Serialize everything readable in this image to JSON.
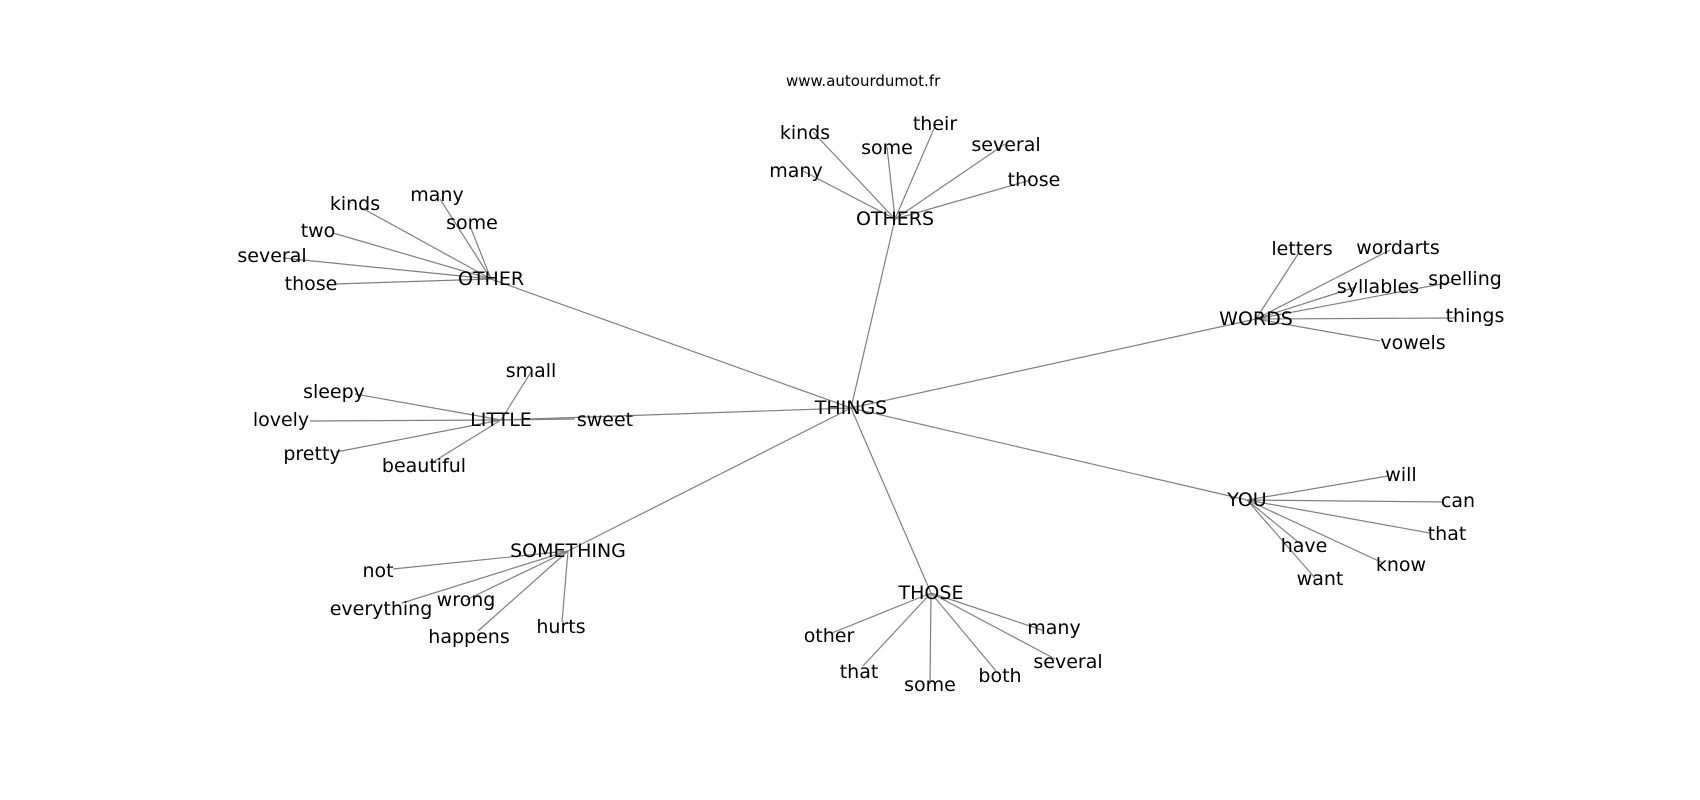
{
  "source_text": "www.autourdumot.fr",
  "root": "THINGS",
  "groups": [
    {
      "hub": "OTHERS",
      "words": [
        "kinds",
        "many",
        "some",
        "their",
        "several",
        "those"
      ]
    },
    {
      "hub": "OTHER",
      "words": [
        "kinds",
        "many",
        "some",
        "two",
        "several",
        "those"
      ]
    },
    {
      "hub": "WORDS",
      "words": [
        "letters",
        "wordarts",
        "syllables",
        "spelling",
        "things",
        "vowels"
      ]
    },
    {
      "hub": "LITTLE",
      "words": [
        "small",
        "sleepy",
        "lovely",
        "pretty",
        "beautiful",
        "sweet"
      ]
    },
    {
      "hub": "YOU",
      "words": [
        "will",
        "can",
        "that",
        "know",
        "have",
        "want"
      ]
    },
    {
      "hub": "SOMETHING",
      "words": [
        "not",
        "everything",
        "wrong",
        "happens",
        "hurts"
      ]
    },
    {
      "hub": "THOSE",
      "words": [
        "other",
        "that",
        "some",
        "both",
        "many",
        "several"
      ]
    }
  ]
}
